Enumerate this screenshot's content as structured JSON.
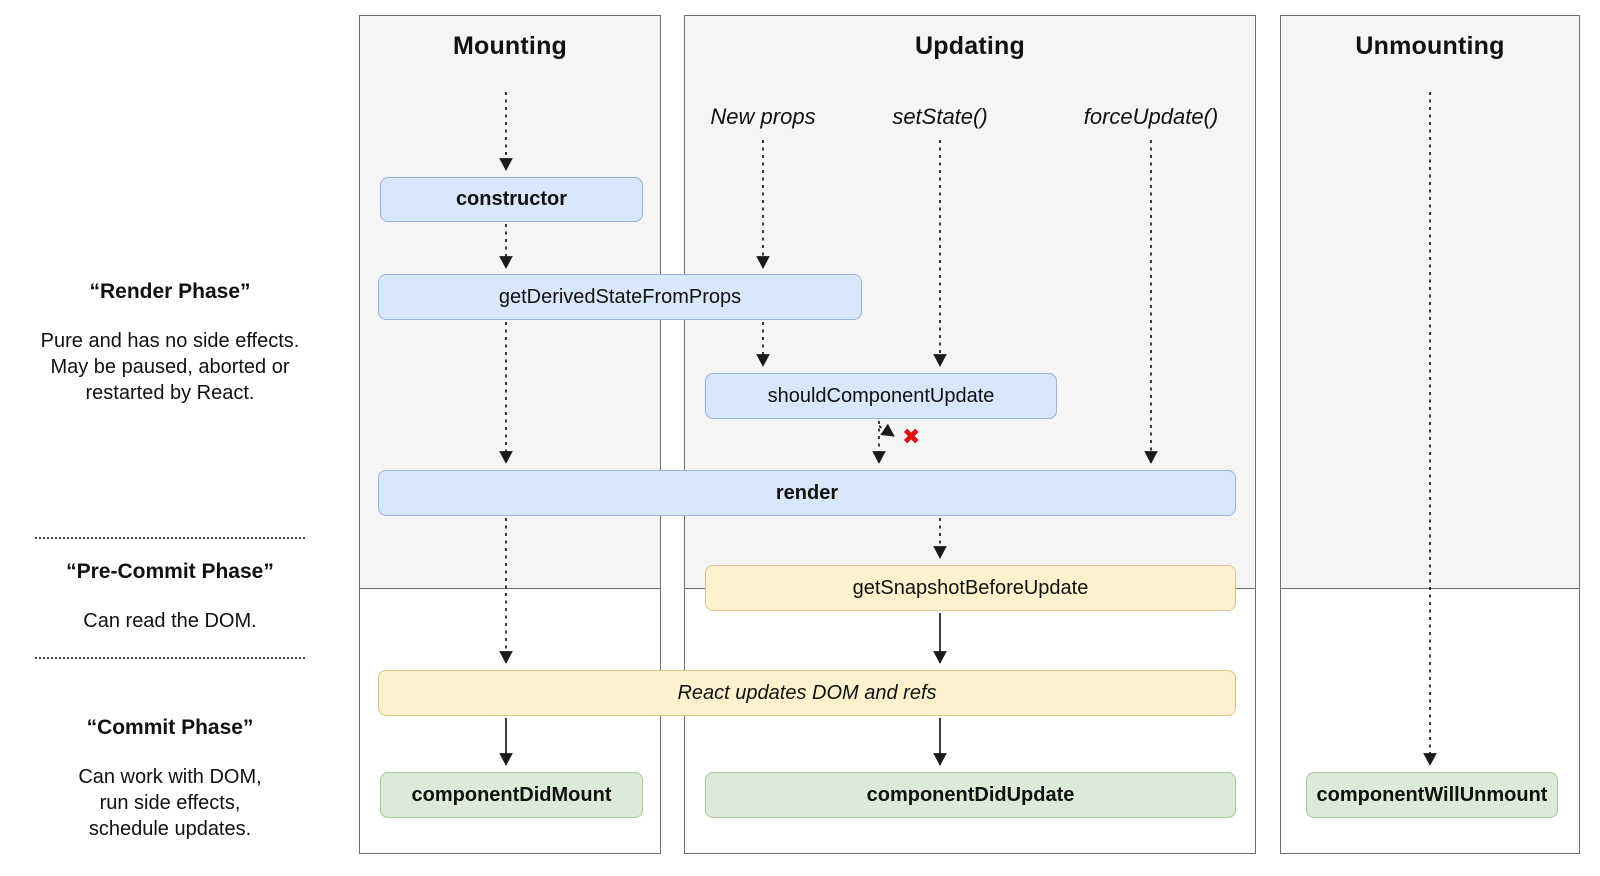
{
  "columns": {
    "mounting": {
      "title": "Mounting"
    },
    "updating": {
      "title": "Updating"
    },
    "unmounting": {
      "title": "Unmounting"
    }
  },
  "sidebar": {
    "sections": [
      {
        "title": "“Render Phase”",
        "body": [
          "Pure and has no side effects.",
          "May be paused, aborted or",
          "restarted by React."
        ]
      },
      {
        "title": "“Pre-Commit Phase”",
        "body": [
          "Can read the DOM."
        ]
      },
      {
        "title": "“Commit Phase”",
        "body": [
          "Can work with DOM,",
          "run side effects,",
          "schedule updates."
        ]
      }
    ]
  },
  "triggers": {
    "new_props": "New props",
    "set_state": "setState()",
    "force_update": "forceUpdate()"
  },
  "nodes": {
    "constructor": "constructor",
    "get_derived_state_from_props": "getDerivedStateFromProps",
    "should_component_update": "shouldComponentUpdate",
    "render": "render",
    "get_snapshot_before_update": "getSnapshotBeforeUpdate",
    "react_updates_dom": "React updates DOM and refs",
    "component_did_mount": "componentDidMount",
    "component_did_update": "componentDidUpdate",
    "component_will_unmount": "componentWillUnmount"
  },
  "symbols": {
    "cancel_x": "✖"
  },
  "colors": {
    "box_blue_fill": "#d8e7fb",
    "box_blue_border": "#9ab4d9",
    "box_yellow_fill": "#fdf2cd",
    "box_yellow_border": "#dcc385",
    "box_green_fill": "#dcebd7",
    "box_green_border": "#a8c79b",
    "column_bg": "#f5f5f6",
    "column_border": "#6d6d6d",
    "arrow": "#1a1a1a",
    "cancel_red": "#dd1111",
    "text": "#111111"
  }
}
